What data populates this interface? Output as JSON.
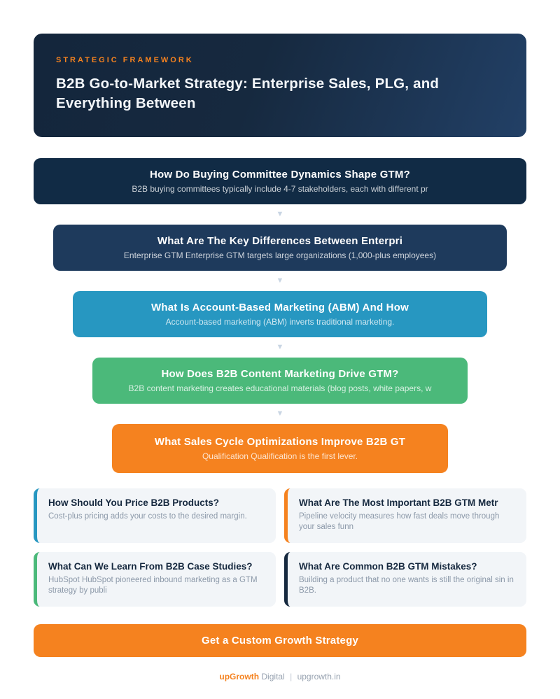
{
  "header": {
    "eyebrow": "STRATEGIC FRAMEWORK",
    "title": "B2B Go-to-Market Strategy: Enterprise Sales, PLG, and Everything Between"
  },
  "funnel": {
    "arrow_icon": "▼",
    "steps": [
      {
        "title": "How Do Buying Committee Dynamics Shape GTM?",
        "subtitle": "B2B buying committees typically include 4-7 stakeholders, each with different pr",
        "color": "#112B45",
        "width": "704"
      },
      {
        "title": "What Are The Key Differences Between Enterpri",
        "subtitle": "Enterprise GTM Enterprise GTM targets large organizations (1,000-plus employees)",
        "color": "#1E3A5C",
        "width": "648"
      },
      {
        "title": "What Is Account-Based Marketing (ABM) And How",
        "subtitle": "Account-based marketing (ABM) inverts traditional marketing.",
        "color": "#2797C1",
        "width": "592"
      },
      {
        "title": "How Does B2B Content Marketing Drive GTM?",
        "subtitle": "B2B content marketing creates educational materials (blog posts, white papers, w",
        "color": "#4BB97A",
        "width": "536"
      },
      {
        "title": "What Sales Cycle Optimizations Improve B2B GT",
        "subtitle": "Qualification Qualification is the first lever.",
        "color": "#F5821F",
        "width": "480"
      }
    ]
  },
  "cards": [
    {
      "title": "How Should You Price B2B Products?",
      "subtitle": "Cost-plus pricing adds your costs to the desired margin.",
      "accent": "#2797C1"
    },
    {
      "title": "What Are The Most Important B2B GTM Metr",
      "subtitle": "Pipeline velocity measures how fast deals move through your sales funn",
      "accent": "#F5821F"
    },
    {
      "title": "What Can We Learn From B2B Case Studies?",
      "subtitle": "HubSpot HubSpot pioneered inbound marketing as a GTM strategy by publi",
      "accent": "#4BB97A"
    },
    {
      "title": "What Are Common B2B GTM Mistakes?",
      "subtitle": "Building a product that no one wants is still the original sin in B2B.",
      "accent": "#16293F"
    }
  ],
  "cta": {
    "label": "Get a Custom Growth Strategy"
  },
  "footer": {
    "brand": "upGrowth",
    "brand_suffix": "Digital",
    "separator": "|",
    "site": "upgrowth.in"
  }
}
